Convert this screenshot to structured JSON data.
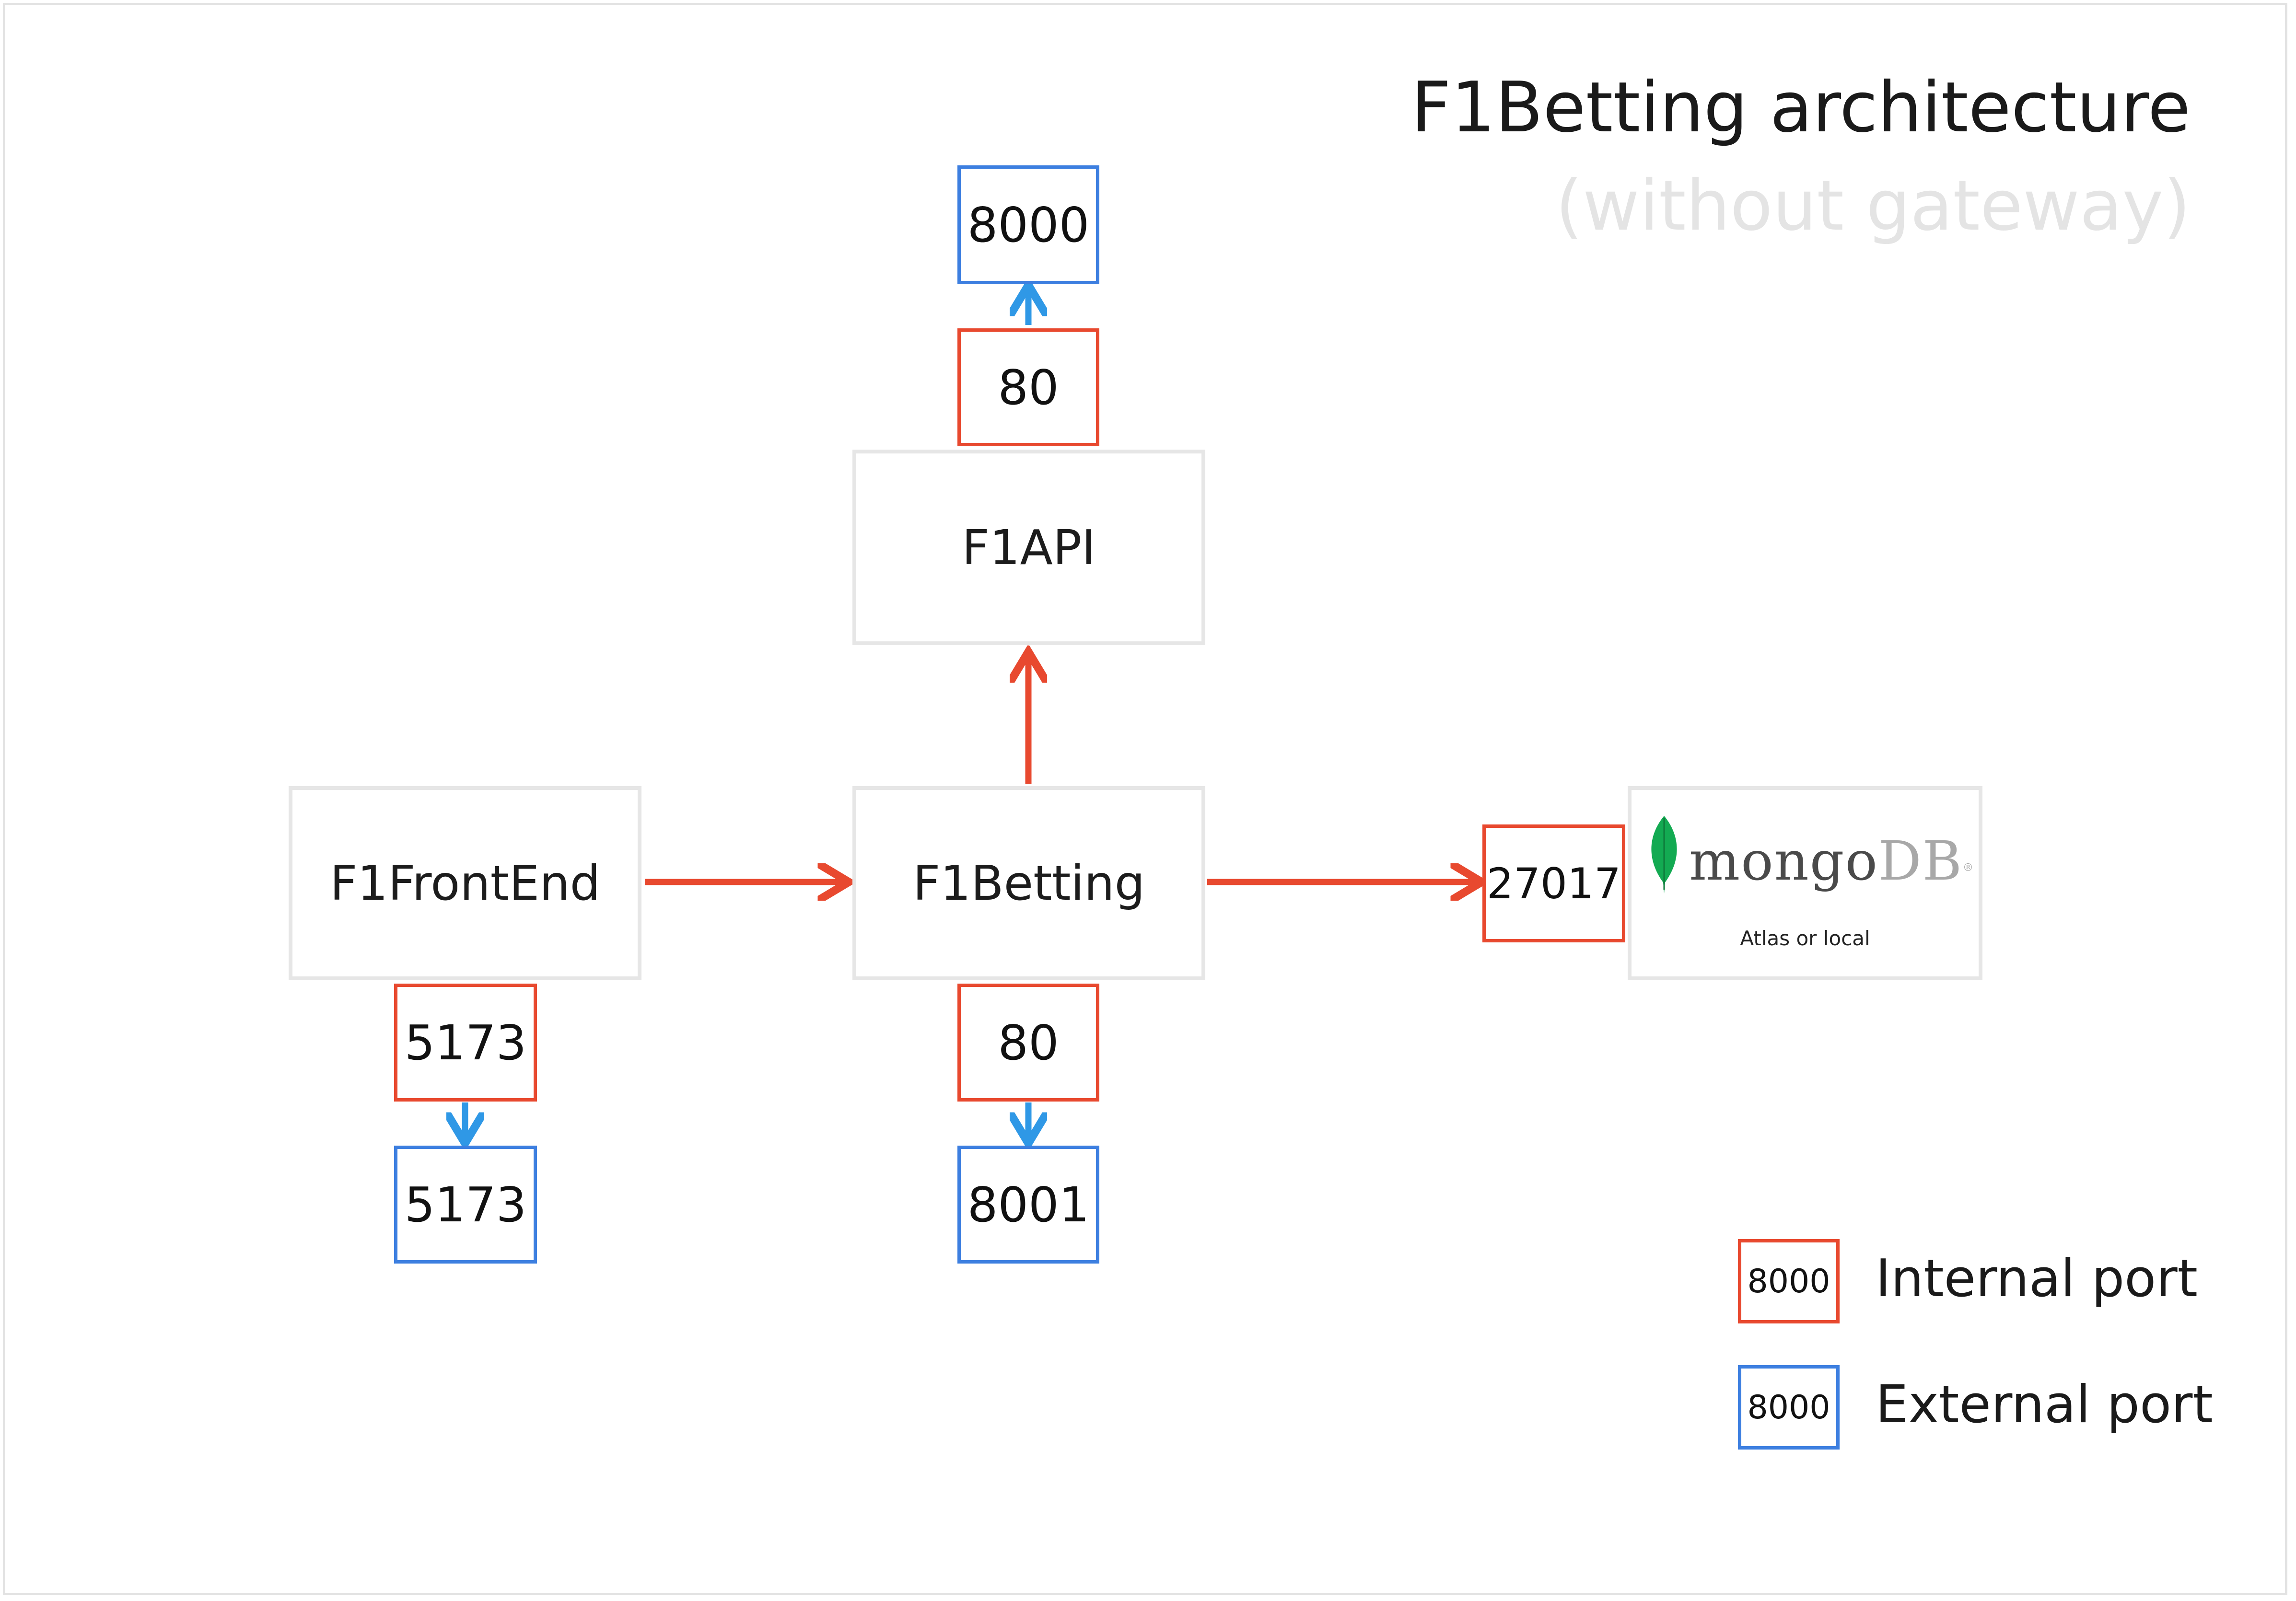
{
  "title": "F1Betting architecture",
  "subtitle": "(without gateway)",
  "services": {
    "frontend": "F1FrontEnd",
    "betting": "F1Betting",
    "api": "F1API"
  },
  "ports": {
    "api_external": "8000",
    "api_internal": "80",
    "frontend_internal": "5173",
    "frontend_external": "5173",
    "betting_internal": "80",
    "betting_external": "8001",
    "mongo_internal": "27017"
  },
  "database": {
    "logo_text_primary": "mongo",
    "logo_text_secondary": "DB",
    "logo_mark": "®",
    "caption": "Atlas or local",
    "icon": "leaf-icon"
  },
  "legend": {
    "internal_sample": "8000",
    "internal_label": "Internal port",
    "external_sample": "8000",
    "external_label": "External port"
  },
  "colors": {
    "internal": "#e8492f",
    "external": "#3d7fe0",
    "service_border": "#e6e6e6",
    "subtitle": "#e4e4e4",
    "mongo_leaf": "#13aa52"
  }
}
